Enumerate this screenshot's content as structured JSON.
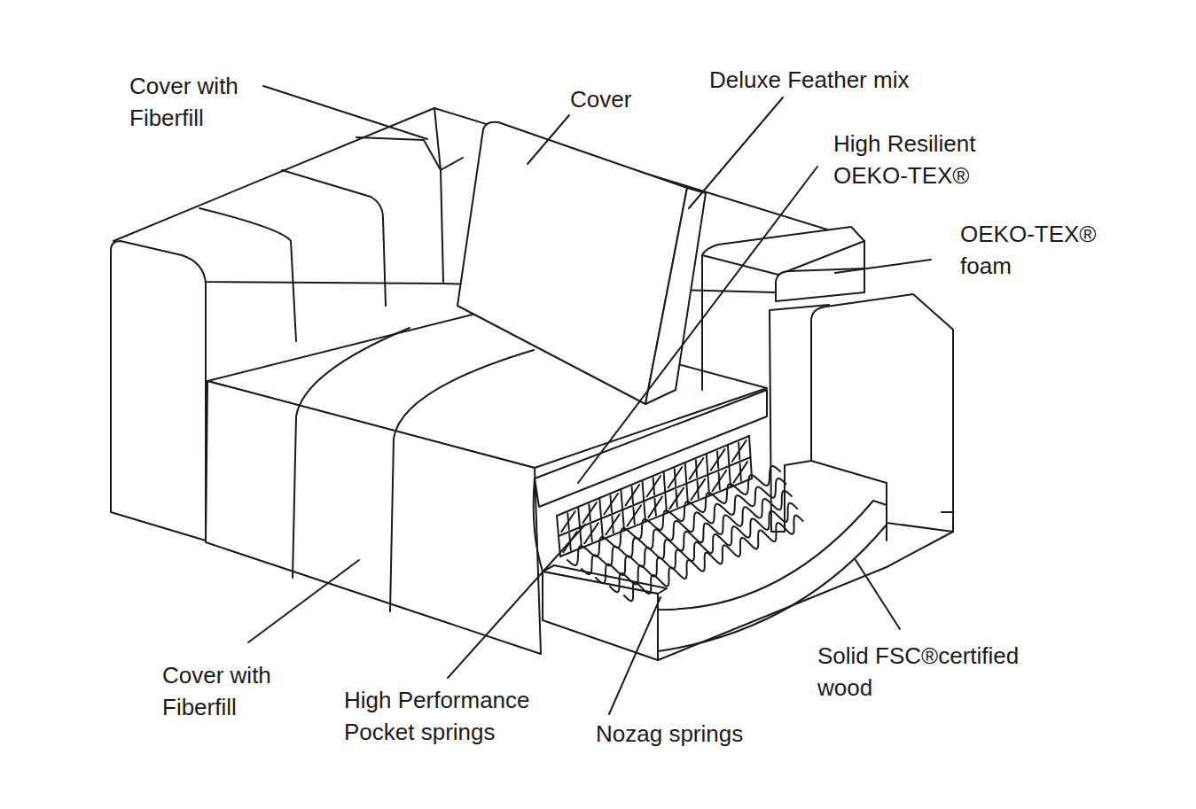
{
  "diagram": {
    "labels": [
      "Cover with Fiberfill",
      "Cover",
      "Deluxe Feather mix",
      "High Resilient OEKO-TEX®",
      "OEKO-TEX® foam",
      "Cover with Fiberfill",
      "High Performance Pocket springs",
      "Nozag springs",
      "Solid FSC®certified wood"
    ]
  }
}
